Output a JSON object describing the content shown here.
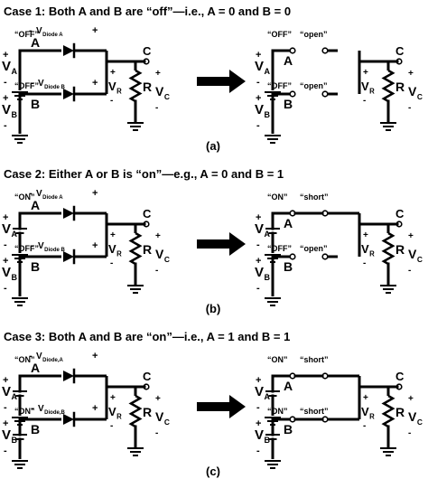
{
  "cases": [
    {
      "heading": "Case 1:  Both A and B are “off”—i.e., A = 0 and B = 0",
      "caption": "(a)",
      "left": {
        "topState": "“OFF”",
        "botState": "“OFF”",
        "topDiode": "V",
        "topDiodeSub": "Diode A",
        "botDiode": "V",
        "botDiodeSub": "Diode B",
        "topBattery": false,
        "botBattery": false
      },
      "right": {
        "topState": "“OFF”",
        "botState": "“OFF”",
        "topSwitch": "“open”",
        "botSwitch": "“open”",
        "topClosed": false,
        "botClosed": false,
        "topBattery": false,
        "botBattery": false
      }
    },
    {
      "heading": "Case 2:  Either A or B is “on”—e.g., A = 0 and B = 1",
      "caption": "(b)",
      "left": {
        "topState": "“ON”",
        "botState": "“OFF”",
        "topDiode": "V",
        "topDiodeSub": "Diode A",
        "botDiode": "V",
        "botDiodeSub": "Diode B",
        "topBattery": true,
        "botBattery": false
      },
      "right": {
        "topState": "“ON”",
        "botState": "“OFF”",
        "topSwitch": "“short”",
        "botSwitch": "“open”",
        "topClosed": true,
        "botClosed": false,
        "topBattery": true,
        "botBattery": false
      }
    },
    {
      "heading": "Case 3:  Both A and B are “on”—i.e., A = 1 and B = 1",
      "caption": "(c)",
      "left": {
        "topState": "“ON”",
        "botState": "“ON”",
        "topDiode": "V",
        "topDiodeSub": "Diode,A",
        "botDiode": "V",
        "botDiodeSub": "Diode,B",
        "topBattery": true,
        "botBattery": true
      },
      "right": {
        "topState": "“ON”",
        "botState": "“ON”",
        "topSwitch": "“short”",
        "botSwitch": "“short”",
        "topClosed": true,
        "botClosed": true,
        "topBattery": true,
        "botBattery": true
      }
    }
  ],
  "labels": {
    "nodeA": "A",
    "nodeB": "B",
    "nodeC": "C",
    "res": "R",
    "v": "V",
    "subA": "A",
    "subB": "B",
    "subR": "R",
    "subC": "C",
    "plus": "+",
    "minus": "-"
  },
  "colors": {
    "ink": "#000000",
    "background": "#ffffff"
  }
}
